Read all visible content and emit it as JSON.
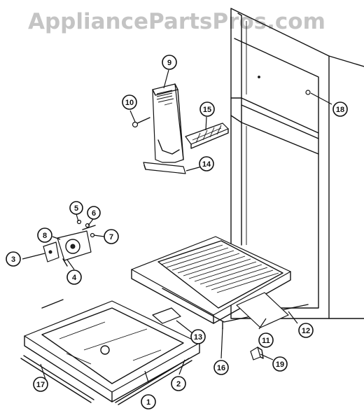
{
  "watermark": {
    "text": "AppliancePartsPros.com"
  },
  "callouts": [
    {
      "id": "c1",
      "label": "1"
    },
    {
      "id": "c2",
      "label": "2"
    },
    {
      "id": "c3",
      "label": "3"
    },
    {
      "id": "c4",
      "label": "4"
    },
    {
      "id": "c5",
      "label": "5"
    },
    {
      "id": "c6",
      "label": "6"
    },
    {
      "id": "c7",
      "label": "7"
    },
    {
      "id": "c8",
      "label": "8"
    },
    {
      "id": "c9",
      "label": "9"
    },
    {
      "id": "c10",
      "label": "10"
    },
    {
      "id": "c11",
      "label": "11"
    },
    {
      "id": "c12",
      "label": "12"
    },
    {
      "id": "c13",
      "label": "13"
    },
    {
      "id": "c14",
      "label": "14"
    },
    {
      "id": "c15",
      "label": "15"
    },
    {
      "id": "c16",
      "label": "16"
    },
    {
      "id": "c17",
      "label": "17"
    },
    {
      "id": "c18",
      "label": "18"
    },
    {
      "id": "c19",
      "label": "19"
    }
  ]
}
